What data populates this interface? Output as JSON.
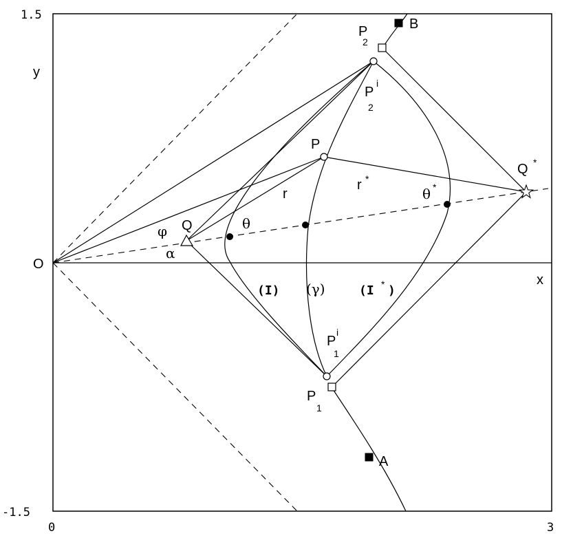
{
  "axes": {
    "x_min": "0",
    "x_max": "3",
    "y_min": "-1.5",
    "y_max": "1.5",
    "x_label": "x",
    "y_label": "y"
  },
  "points": {
    "O": "O",
    "Q": "Q",
    "Q_star": "Q",
    "P": "P",
    "P1": "P",
    "P2": "P",
    "P1i": "P",
    "P2i": "P",
    "A": "A",
    "B": "B"
  },
  "scripts": {
    "sub_1": "1",
    "sub_2": "2",
    "sup_i": "i",
    "sup_star": "*"
  },
  "angles": {
    "phi": "φ",
    "alpha": "α",
    "theta": "θ",
    "theta_star": "θ",
    "r": "r",
    "r_star": "r"
  },
  "regions": {
    "I": "(I)",
    "gamma": "(γ)",
    "I_star_open": "(I",
    "I_star_close": ")"
  },
  "chart_data": {
    "type": "diagram",
    "xlim": [
      0,
      3
    ],
    "ylim": [
      -1.5,
      1.5
    ],
    "marked_points": {
      "O": [
        0,
        0
      ],
      "Q": [
        0.8,
        0.13
      ],
      "Q_star": [
        2.85,
        0.43
      ],
      "P": [
        1.63,
        0.64
      ],
      "P1": [
        1.65,
        -0.75
      ],
      "P2": [
        1.98,
        1.32
      ],
      "P1i": [
        1.65,
        -0.68
      ],
      "P2i": [
        1.93,
        1.25
      ],
      "A": [
        1.91,
        -1.17
      ],
      "B": [
        2.09,
        1.45
      ],
      "theta_point": [
        1.06,
        0.16
      ],
      "gamma_point": [
        1.52,
        0.23
      ],
      "theta_star_point": [
        2.38,
        0.36
      ]
    },
    "dashed_lines": [
      {
        "from": [
          0,
          0
        ],
        "to": [
          1.47,
          1.5
        ]
      },
      {
        "from": [
          0,
          0
        ],
        "to": [
          1.47,
          -1.5
        ]
      },
      {
        "from": [
          0,
          0
        ],
        "to": [
          3,
          0.45
        ]
      }
    ]
  }
}
